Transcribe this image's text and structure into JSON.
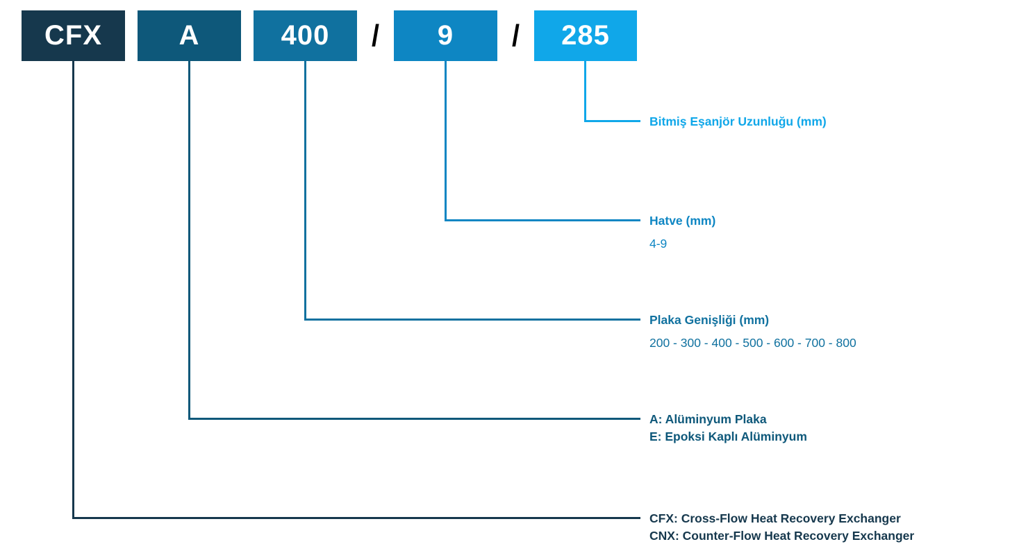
{
  "code": {
    "parts": [
      {
        "text": "CFX",
        "color": "#16384D"
      },
      {
        "text": "A",
        "color": "#0E587A"
      },
      {
        "text": "400",
        "color": "#10719F"
      },
      {
        "text": "9",
        "color": "#0E86C3"
      },
      {
        "text": "285",
        "color": "#10A7E9"
      }
    ],
    "separator": "/",
    "separator_color": "#000000",
    "box_text_color": "#FFFFFF"
  },
  "legend": {
    "items": [
      {
        "title": "Bitmiş Eşanjör Uzunluğu (mm)",
        "color": "#10A7E9"
      },
      {
        "title": "Hatve (mm)",
        "subtitle": "4-9",
        "color": "#0E86C3"
      },
      {
        "title": "Plaka Genişliği (mm)",
        "subtitle": "200 - 300 - 400 - 500 - 600 - 700 - 800",
        "color": "#10719F"
      },
      {
        "title": "A: Alüminyum Plaka",
        "title2": "E: Epoksi Kaplı Alüminyum",
        "color": "#0E587A"
      },
      {
        "title": "CFX: Cross-Flow Heat Recovery Exchanger",
        "title2": "CNX: Counter-Flow Heat Recovery Exchanger",
        "color": "#16384D"
      }
    ]
  }
}
